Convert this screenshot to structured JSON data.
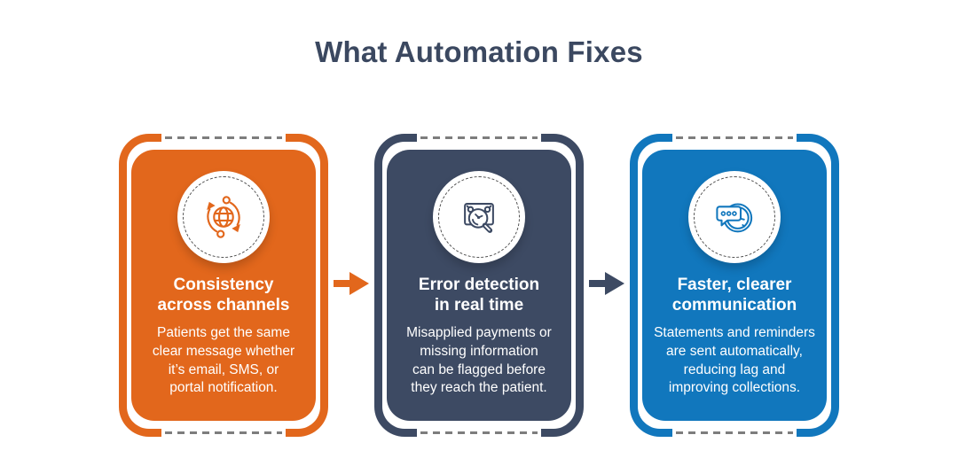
{
  "title": "What Automation Fixes",
  "colors": {
    "background": "#ffffff",
    "title_text": "#3b4860",
    "card_edge_dash": "#7d7d7d",
    "icon_ring_dash": "#4d4d4d",
    "orange": "#e2671c",
    "navy": "#3d4a63",
    "blue": "#1177bd"
  },
  "cards": [
    {
      "icon": "sync-globe-icon",
      "accent": "#e2671c",
      "heading": "Consistency\nacross channels",
      "body": "Patients get the same\nclear message whether\nit’s email, SMS, or\nportal notification."
    },
    {
      "icon": "error-detection-magnifier-icon",
      "accent": "#3d4a63",
      "heading": "Error detection\nin real time",
      "body": "Misapplied payments or\nmissing information\ncan be flagged before\nthey reach the patient."
    },
    {
      "icon": "clock-chat-icon",
      "accent": "#1177bd",
      "heading": "Faster, clearer\ncommunication",
      "body": "Statements and reminders\nare sent automatically,\nreducing lag and\nimproving collections."
    }
  ],
  "arrows": [
    {
      "name": "arrow-right-icon",
      "color": "#e2671c"
    },
    {
      "name": "arrow-right-icon",
      "color": "#3d4a63"
    }
  ]
}
